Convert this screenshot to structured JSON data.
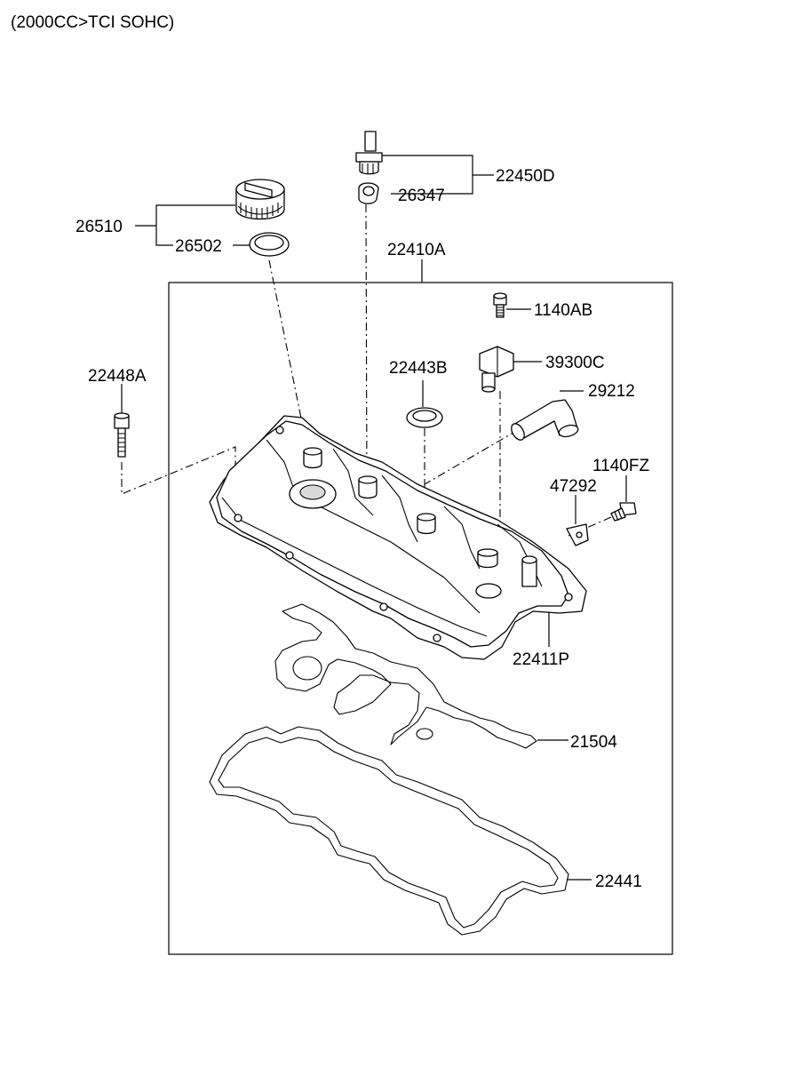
{
  "header": {
    "title": "(2000CC>TCI SOHC)"
  },
  "parts": {
    "p22450D": "22450D",
    "p26347": "26347",
    "p26510": "26510",
    "p26502": "26502",
    "p22410A": "22410A",
    "p1140AB": "1140AB",
    "p39300C": "39300C",
    "p22443B": "22443B",
    "p29212": "29212",
    "p22448A": "22448A",
    "p1140FZ": "1140FZ",
    "p47292": "47292",
    "p22411P": "22411P",
    "p21504": "21504",
    "p22441": "22441"
  }
}
